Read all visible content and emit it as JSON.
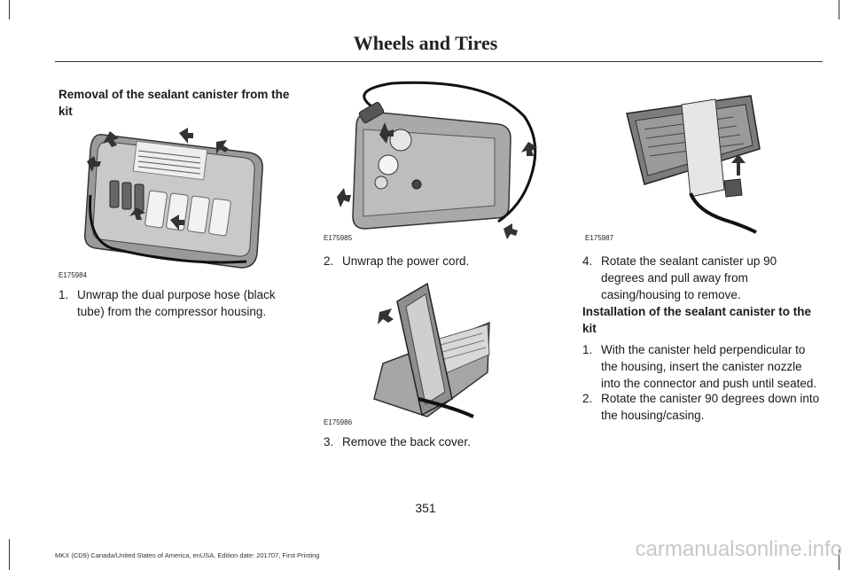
{
  "header": {
    "title": "Wheels and Tires"
  },
  "col1": {
    "heading": "Removal of the sealant canister from the kit",
    "figure_code": "E175984",
    "step": {
      "num": "1.",
      "text": "Unwrap the dual purpose hose (black tube) from the compressor housing."
    }
  },
  "col2": {
    "figure1_code": "E175985",
    "step2": {
      "num": "2.",
      "text": "Unwrap the power cord."
    },
    "figure2_code": "E175986",
    "step3": {
      "num": "3.",
      "text": "Remove the back cover."
    }
  },
  "col3": {
    "figure_code": "E175987",
    "step4": {
      "num": "4.",
      "text": "Rotate the sealant canister up 90 degrees and pull away from casing/housing to remove."
    },
    "heading": "Installation of the sealant canister to the kit",
    "install_step1": {
      "num": "1.",
      "text": "With the canister held perpendicular to the housing, insert the canister nozzle into the connector and push until seated."
    },
    "install_step2": {
      "num": "2.",
      "text": "Rotate the canister 90 degrees down into the housing/casing."
    }
  },
  "page_number": "351",
  "footer": "MKX (CD9) Canada/United States of America, enUSA, Edition date: 201707, First Printing",
  "watermark": "carmanualsonline.info"
}
